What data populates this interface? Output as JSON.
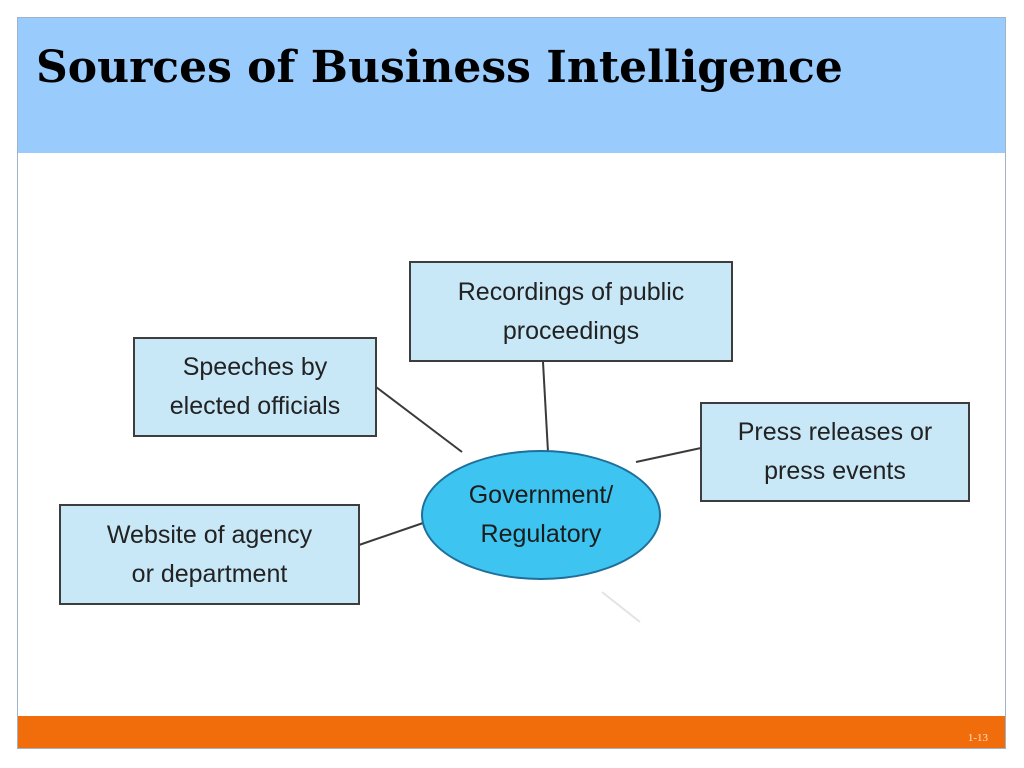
{
  "slide": {
    "title": "Sources of Business Intelligence",
    "number": "1-13"
  },
  "diagram": {
    "hub": {
      "label": "Government/\nRegulatory"
    },
    "nodes": [
      {
        "id": "recordings",
        "label": "Recordings of public\nproceedings"
      },
      {
        "id": "speeches",
        "label": "Speeches by\nelected officials"
      },
      {
        "id": "press",
        "label": "Press releases or\npress events"
      },
      {
        "id": "website",
        "label": "Website of agency\nor department"
      }
    ]
  },
  "colors": {
    "title_bar": "#99cbfc",
    "footer_bar": "#f16d0c",
    "box_fill": "#c8e8f8",
    "hub_fill": "#3dc4f0"
  }
}
